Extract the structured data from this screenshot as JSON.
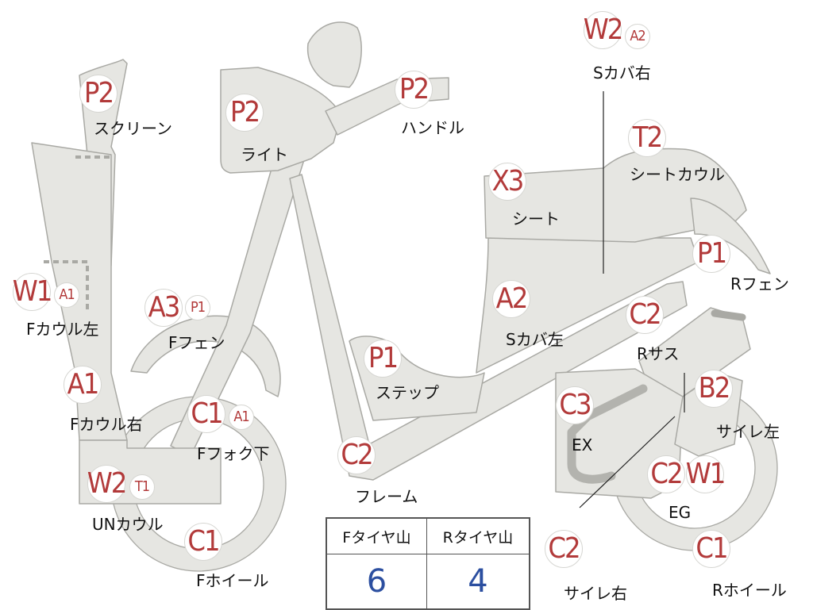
{
  "parts": [
    {
      "key": "screen",
      "label": "スクリーン",
      "grades": [
        "P2"
      ]
    },
    {
      "key": "light",
      "label": "ライト",
      "grades": [
        "P2"
      ]
    },
    {
      "key": "handle",
      "label": "ハンドル",
      "grades": [
        "P2"
      ]
    },
    {
      "key": "s_cover_right",
      "label": "Sカバ右",
      "grades": [
        "W2",
        "A2"
      ]
    },
    {
      "key": "seat_cowl",
      "label": "シートカウル",
      "grades": [
        "T2"
      ]
    },
    {
      "key": "seat",
      "label": "シート",
      "grades": [
        "X3"
      ]
    },
    {
      "key": "r_fender",
      "label": "Rフェン",
      "grades": [
        "P1"
      ]
    },
    {
      "key": "f_cowl_left",
      "label": "Fカウル左",
      "grades": [
        "W1",
        "A1"
      ]
    },
    {
      "key": "f_fender",
      "label": "Fフェン",
      "grades": [
        "A3",
        "P1"
      ]
    },
    {
      "key": "s_cover_left",
      "label": "Sカバ左",
      "grades": [
        "A2"
      ]
    },
    {
      "key": "r_suspension",
      "label": "Rサス",
      "grades": [
        "C2"
      ]
    },
    {
      "key": "step",
      "label": "ステップ",
      "grades": [
        "P1"
      ]
    },
    {
      "key": "f_cowl_right",
      "label": "Fカウル右",
      "grades": [
        "A1"
      ]
    },
    {
      "key": "f_fork_lower",
      "label": "Fフォク下",
      "grades": [
        "C1",
        "A1"
      ]
    },
    {
      "key": "ex",
      "label": "EX",
      "grades": [
        "C3"
      ]
    },
    {
      "key": "silencer_left",
      "label": "サイレ左",
      "grades": [
        "B2"
      ]
    },
    {
      "key": "frame",
      "label": "フレーム",
      "grades": [
        "C2"
      ]
    },
    {
      "key": "eg",
      "label": "EG",
      "grades": [
        "C2",
        "W1"
      ]
    },
    {
      "key": "under_cowl",
      "label": "UNカウル",
      "grades": [
        "W2",
        "T1"
      ]
    },
    {
      "key": "f_wheel",
      "label": "Fホイール",
      "grades": [
        "C1"
      ]
    },
    {
      "key": "silencer_right",
      "label": "サイレ右",
      "grades": [
        "C2"
      ]
    },
    {
      "key": "r_wheel",
      "label": "Rホイール",
      "grades": [
        "C1"
      ]
    }
  ],
  "tire_table": {
    "front_label": "Fタイヤ山",
    "rear_label": "Rタイヤ山",
    "front_value": "6",
    "rear_value": "4"
  },
  "colors": {
    "grade_text": "#b23a3a",
    "tire_value": "#2c4fa0",
    "part_fill": "#e6e6e2",
    "part_outline": "#a9a9a4"
  }
}
